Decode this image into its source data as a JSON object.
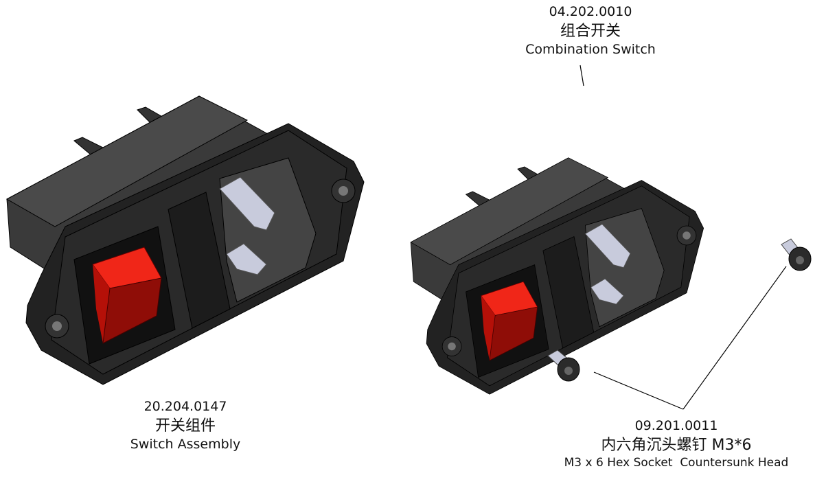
{
  "parts": {
    "switch_assembly": {
      "part_number": "20.204.0147",
      "name_cn": "开关组件",
      "name_en": "Switch Assembly"
    },
    "combination_switch": {
      "part_number": "04.202.0010",
      "name_cn": "组合开关",
      "name_en": "Combination Switch"
    },
    "screw": {
      "part_number": "09.201.0011",
      "name_cn": "内六角沉头螺钉 M3*6",
      "name_en": "M3 x 6 Hex Socket  Countersunk Head"
    }
  },
  "colors": {
    "body": "#2b2b2b",
    "flange": "#1f1f1f",
    "button": "#e0160e",
    "button_dark": "#7a0a06",
    "pins": "#c8cbdc",
    "leader": "#000000"
  }
}
